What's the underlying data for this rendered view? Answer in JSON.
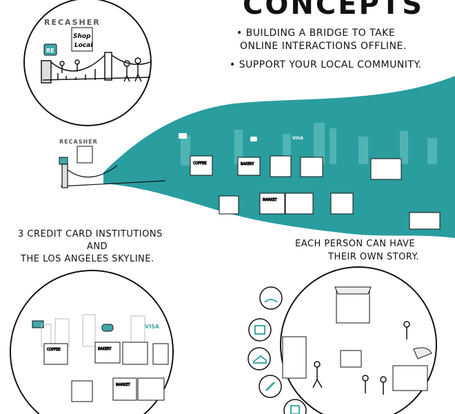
{
  "header": {
    "title": "CONCEPTS"
  },
  "bullets": [
    {
      "line1": "• Building a bridge to take",
      "line2": "online interactions offline."
    },
    {
      "line1": "• Support your local community."
    }
  ],
  "logos": {
    "recasher": "RECASHER",
    "re_mark": "RE",
    "shop_local_1": "Shop",
    "shop_local_2": "Local"
  },
  "signs": {
    "coffee": "COFFEE",
    "bakery": "BAKERY",
    "market": "MARKET",
    "visa": "VISA"
  },
  "captions": {
    "left": {
      "line1": "3 credit card institutions",
      "line2": "and",
      "line3": "the Los Angeles skyline."
    },
    "right": {
      "line1": "Each person can have",
      "line2": "their own story."
    }
  },
  "colors": {
    "teal": "#2a9d9f",
    "ink": "#111111",
    "card_teal": "#3fa9a8"
  },
  "icons": [
    "rocking-horse-icon",
    "gift-icon",
    "sneaker-icon",
    "bone-icon",
    "bag-icon"
  ]
}
